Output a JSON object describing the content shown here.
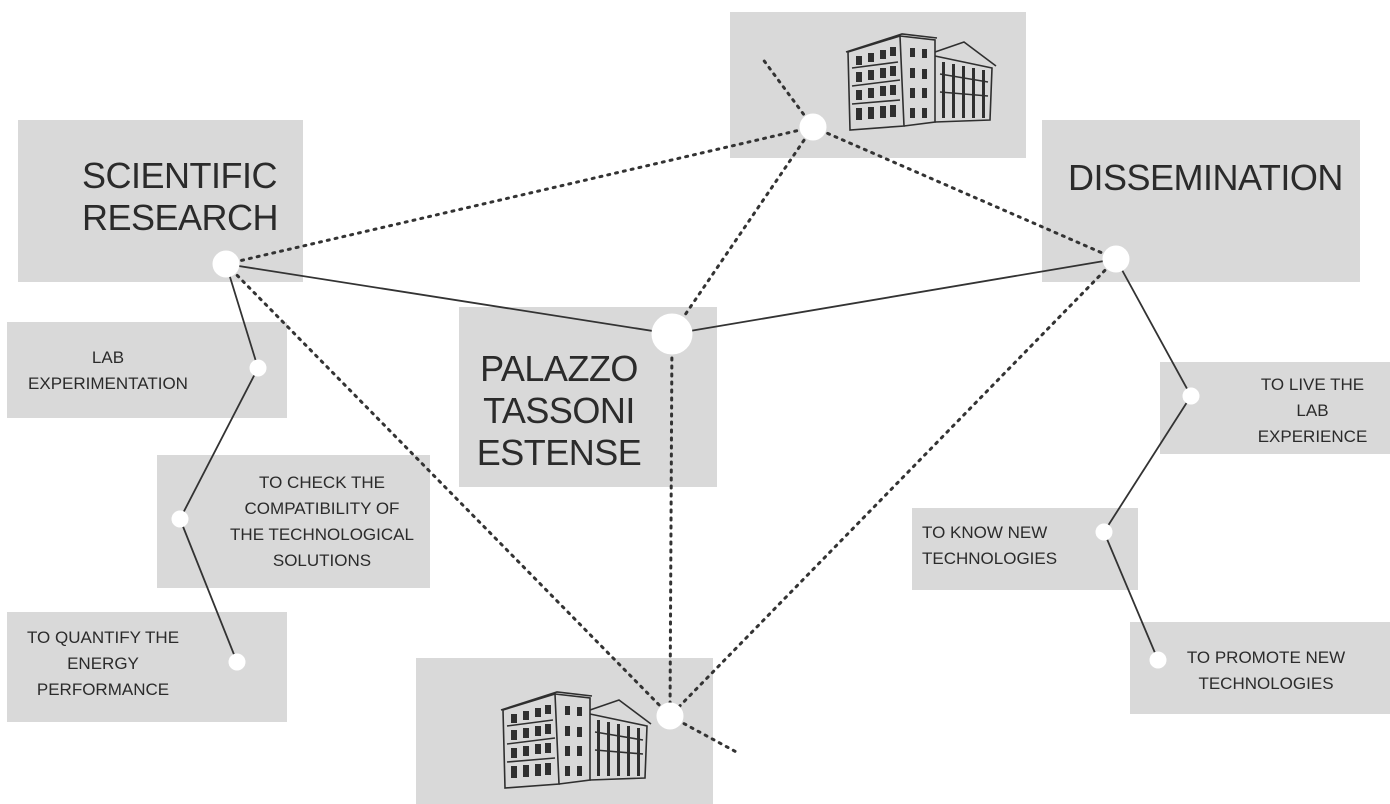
{
  "diagram": {
    "center": {
      "lines": [
        "PALAZZO",
        "TASSONI",
        "ESTENSE"
      ]
    },
    "scientific_research": {
      "lines": [
        "SCIENTIFIC",
        "RESEARCH"
      ],
      "items": [
        {
          "lines": [
            "LAB",
            "EXPERIMENTATION"
          ]
        },
        {
          "lines": [
            "TO CHECK THE",
            "COMPATIBILITY OF",
            "THE TECHNOLOGICAL",
            "SOLUTIONS"
          ]
        },
        {
          "lines": [
            "TO QUANTIFY THE",
            "ENERGY",
            "PERFORMANCE"
          ]
        }
      ]
    },
    "dissemination": {
      "lines": [
        "DISSEMINATION"
      ],
      "items": [
        {
          "lines": [
            "TO LIVE THE",
            "LAB",
            "EXPERIENCE"
          ]
        },
        {
          "lines": [
            "TO KNOW NEW",
            "TECHNOLOGIES"
          ]
        },
        {
          "lines": [
            "TO PROMOTE NEW",
            "TECHNOLOGIES"
          ]
        }
      ]
    },
    "icons": [
      "palazzo-building-drawing-top",
      "palazzo-building-drawing-bottom"
    ],
    "colors": {
      "box_fill": "#d9d9d9",
      "line": "#333333",
      "node": "#ffffff",
      "text": "#2b2b2b"
    }
  }
}
